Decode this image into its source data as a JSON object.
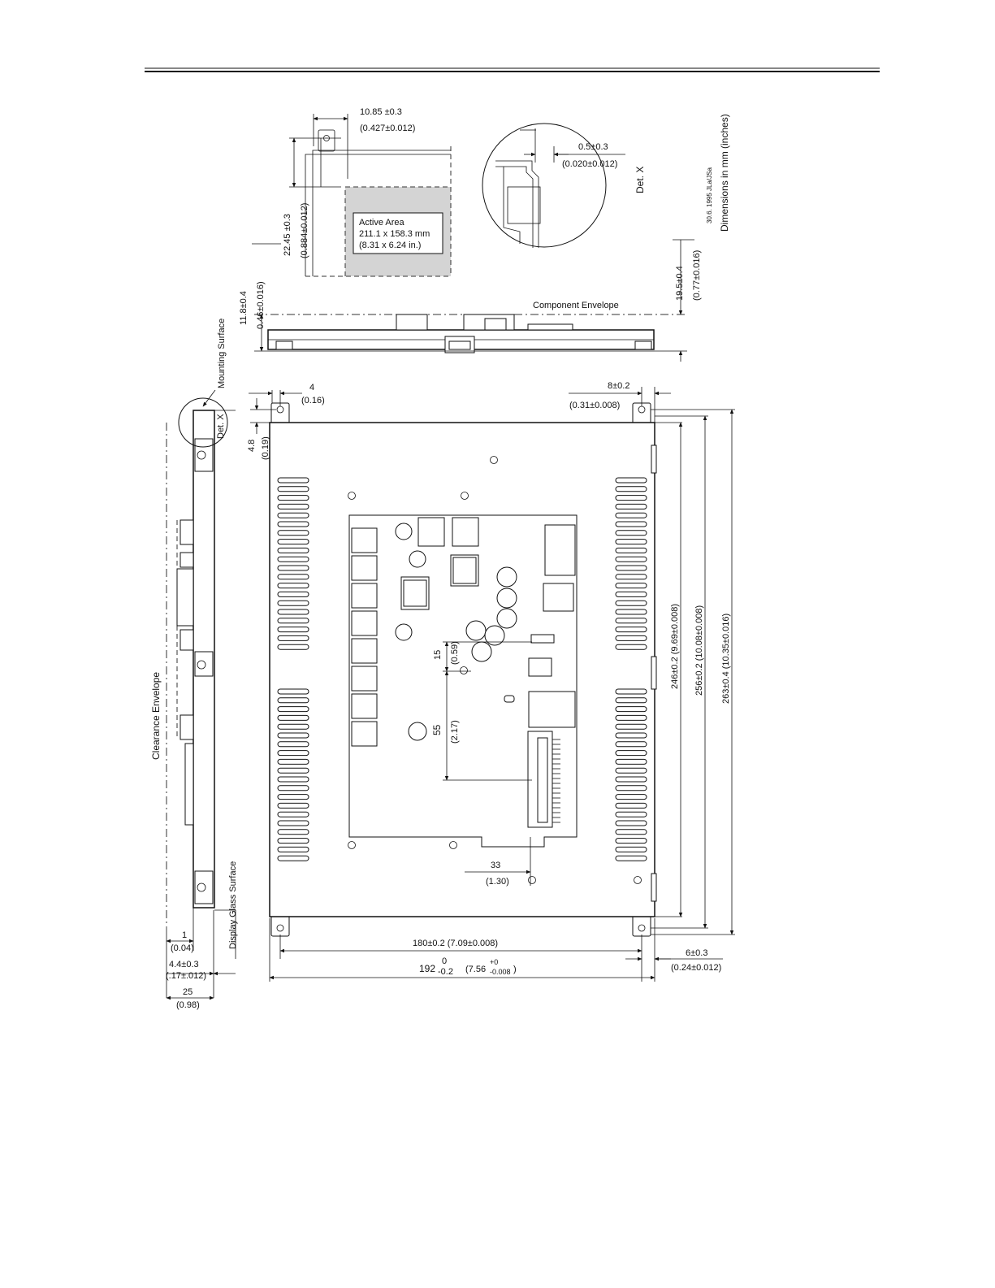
{
  "labels": {
    "top_offset_mm": "10.85 ±0.3",
    "top_offset_in": "(0.427±0.012)",
    "vert_offset_mm": "22.45 ±0.3",
    "vert_offset_in": "(0.884±0.012)",
    "active_area_title": "Active Area",
    "active_area_mm": "211.1 x 158.3 mm",
    "active_area_in": "(8.31 x 6.24 in.)",
    "detx_gap_mm": "0.5±0.3",
    "detx_gap_in": "(0.020±0.012)",
    "det_x": "Det. X",
    "date_note": "30.6. 1995 JLa/JSa",
    "units_note": "Dimensions in mm (inches)",
    "height_right_mm": "19.5±0.4",
    "height_right_in": "(0.77±0.016)",
    "height_left_mm": "11.8±0.4",
    "height_left_in": "0.46±0.016)",
    "component_envelope": "Component Envelope",
    "mounting_surface": "Mounting Surface",
    "clearance_envelope": "Clearance Envelope",
    "display_glass_surface": "Display Glass Surface",
    "hole_x_mm": "4",
    "hole_x_in": "(0.16)",
    "hole_y_mm": "4.8",
    "hole_y_in": "(0.19)",
    "hole_right_mm": "8±0.2",
    "hole_right_in": "(0.31±0.008)",
    "h246": "246±0.2  (9.69±0.008)",
    "h256": "256±0.2  (10.08±0.008)",
    "h263": "263±0.4  (10.35±0.016)",
    "d15_mm": "15",
    "d15_in": "(0.59)",
    "d55_mm": "55",
    "d55_in": "(2.17)",
    "d33_mm": "33",
    "d33_in": "(1.30)",
    "w180": "180±0.2  (7.09±0.008)",
    "w192_main": "192",
    "w192_tol_up": "0",
    "w192_tol_down": "-0.2",
    "w192_in_open": "(7.56",
    "w192_in_tol_up": "+0",
    "w192_in_tol_down": "-0.008",
    "w192_in_close": ")",
    "w6_mm": "6±0.3",
    "w6_in": "(0.24±0.012)",
    "s1_mm": "1",
    "s1_in": "(0.04)",
    "s44_mm": "4.4±0.3",
    "s44_in": "(.17±.012)",
    "s25_mm": "25",
    "s25_in": "(0.98)"
  }
}
